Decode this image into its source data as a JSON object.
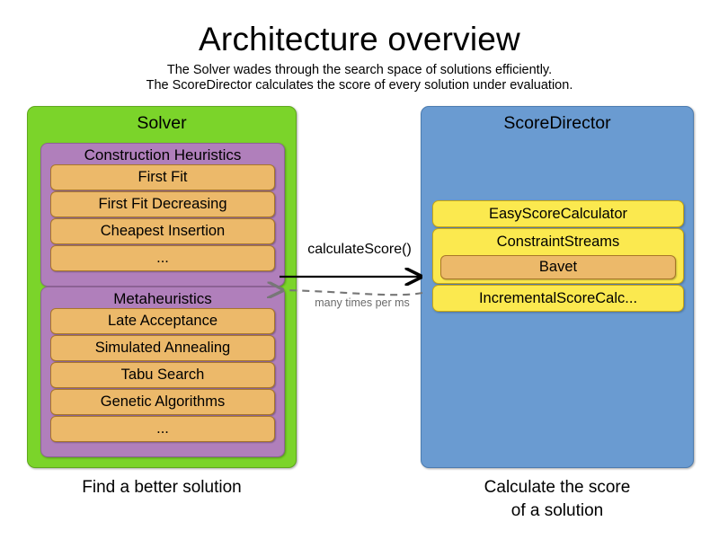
{
  "header": {
    "title": "Architecture overview",
    "subtitle_line_1": "The Solver wades through the search space of solutions efficiently.",
    "subtitle_line_2": "The ScoreDirector calculates the score of every solution under evaluation."
  },
  "solver": {
    "title": "Solver",
    "caption": "Find a better solution",
    "color": "#7bd42a",
    "groups": [
      {
        "title": "Construction Heuristics",
        "color": "#b07fbb",
        "items": [
          {
            "label": "First Fit"
          },
          {
            "label": "First Fit Decreasing"
          },
          {
            "label": "Cheapest Insertion"
          },
          {
            "label": "..."
          }
        ]
      },
      {
        "title": "Metaheuristics",
        "color": "#b07fbb",
        "items": [
          {
            "label": "Late Acceptance"
          },
          {
            "label": "Simulated Annealing"
          },
          {
            "label": "Tabu Search"
          },
          {
            "label": "Genetic Algorithms"
          },
          {
            "label": "..."
          }
        ]
      }
    ]
  },
  "score_director": {
    "title": "ScoreDirector",
    "caption_line_1": "Calculate the score",
    "caption_line_2": "of a solution",
    "color": "#6a9bd1",
    "calculators": [
      {
        "label": "EasyScoreCalculator",
        "color": "#fbe94f"
      },
      {
        "label": "ConstraintStreams",
        "color": "#fbe94f",
        "child": {
          "label": "Bavet",
          "color": "#ecb96a"
        }
      },
      {
        "label": "IncrementalScoreCalc...",
        "color": "#fbe94f"
      }
    ]
  },
  "arrows": {
    "forward_label": "calculateScore()",
    "return_label": "many times per ms",
    "forward_color": "#000000",
    "return_color": "#777777"
  },
  "palette": {
    "green": "#7bd42a",
    "purple": "#b07fbb",
    "orange": "#ecb96a",
    "blue": "#6a9bd1",
    "yellow": "#fbe94f",
    "background": "#ffffff"
  }
}
